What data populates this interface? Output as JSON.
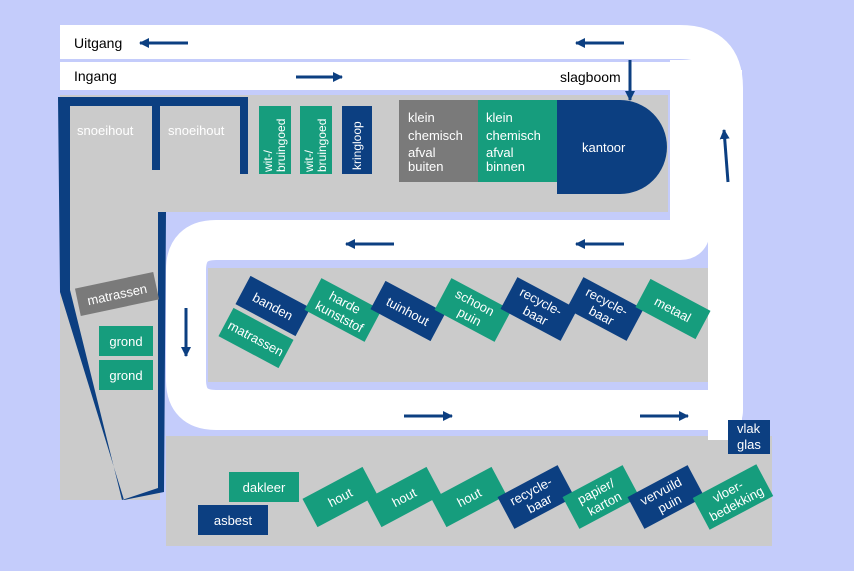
{
  "colors": {
    "background": "#c4ccfb",
    "road": "#ffffff",
    "area": "#cbcbcb",
    "blue": "#0c3f81",
    "green": "#169d7d",
    "gray": "#7a7a7a",
    "arrow": "#0c3f81"
  },
  "roads": {
    "exit": "Uitgang",
    "entrance": "Ingang",
    "barrier": "slagboom"
  },
  "top_row": {
    "snoeihout_1": "snoeihout",
    "snoeihout_2": "snoeihout",
    "witbruingoed_1": [
      "wit-/",
      "bruingoed"
    ],
    "witbruingoed_2": [
      "wit-/",
      "bruingoed"
    ],
    "kringloop": "kringloop",
    "kca_outside": [
      "klein",
      "chemisch",
      "afval",
      "buiten"
    ],
    "kca_inside": [
      "klein",
      "chemisch",
      "afval",
      "binnen"
    ],
    "office": "kantoor"
  },
  "left_column": {
    "matrassen": "matrassen",
    "grond_1": "grond",
    "grond_2": "grond"
  },
  "middle_row": {
    "banden": "banden",
    "matrassen": "matrassen",
    "harde_kunststof": [
      "harde",
      "kunststof"
    ],
    "tuinhout": "tuinhout",
    "schoon_puin": [
      "schoon",
      "puin"
    ],
    "recyclebaar_1": [
      "recycle-",
      "baar"
    ],
    "recyclebaar_2": [
      "recycle-",
      "baar"
    ],
    "metaal": "metaal"
  },
  "bottom_row": {
    "vlak_glas": [
      "vlak",
      "glas"
    ],
    "dakleer": "dakleer",
    "asbest": "asbest",
    "hout_1": "hout",
    "hout_2": "hout",
    "hout_3": "hout",
    "recyclebaar": [
      "recycle-",
      "baar"
    ],
    "papier_karton": [
      "papier/",
      "karton"
    ],
    "vervuild_puin": [
      "vervuild",
      "puin"
    ],
    "vloerbedekking": [
      "vloer-",
      "bedekking"
    ]
  }
}
